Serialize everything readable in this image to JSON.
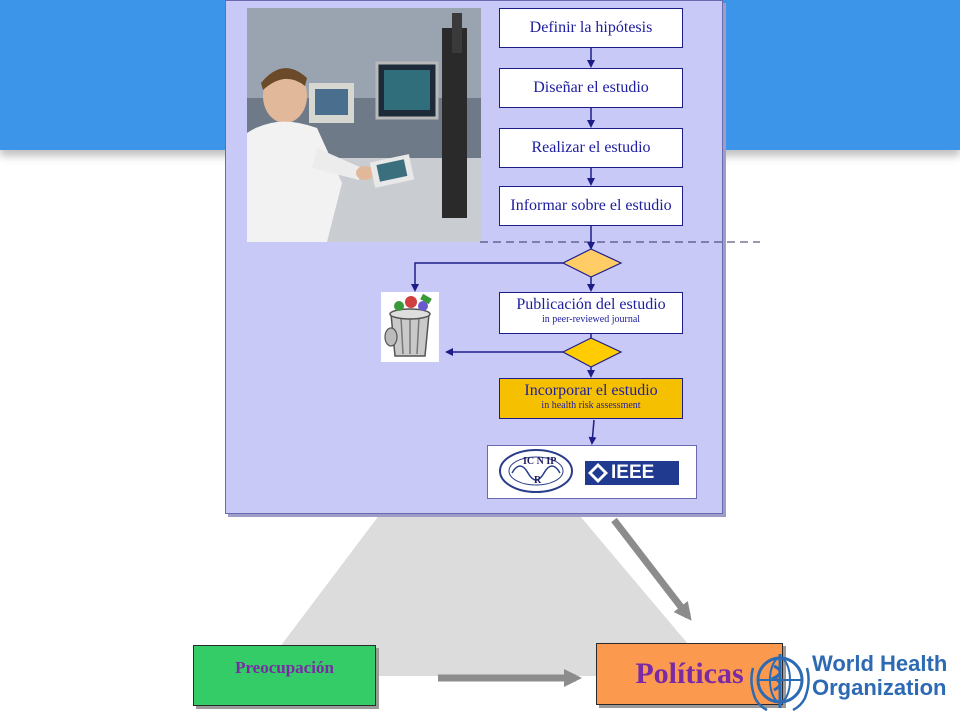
{
  "flow": {
    "steps": [
      "Definir la hipótesis",
      "Diseñar el estudio",
      "Realizar el estudio",
      "Informar sobre el estudio"
    ],
    "publication": {
      "main": "Publicación del estudio",
      "sub": "in peer-reviewed journal"
    },
    "assessment": {
      "main": "Incorporar el estudio",
      "sub": "in health risk assessment"
    }
  },
  "logos": {
    "icnirp_letters": [
      "IC",
      "N",
      "IP",
      "R"
    ],
    "ieee": "IEEE"
  },
  "bottom": {
    "left_box": "Preocupación",
    "right_box": "Políticas"
  },
  "who": {
    "line1": "World Health",
    "line2": "Organization"
  },
  "colors": {
    "band": "#3d95ea",
    "panel": "#c9c9f7",
    "green_box": "#33cc66",
    "orange_box": "#fb9a4f",
    "gold_box": "#f5c000",
    "who_blue": "#2d6ab4"
  }
}
